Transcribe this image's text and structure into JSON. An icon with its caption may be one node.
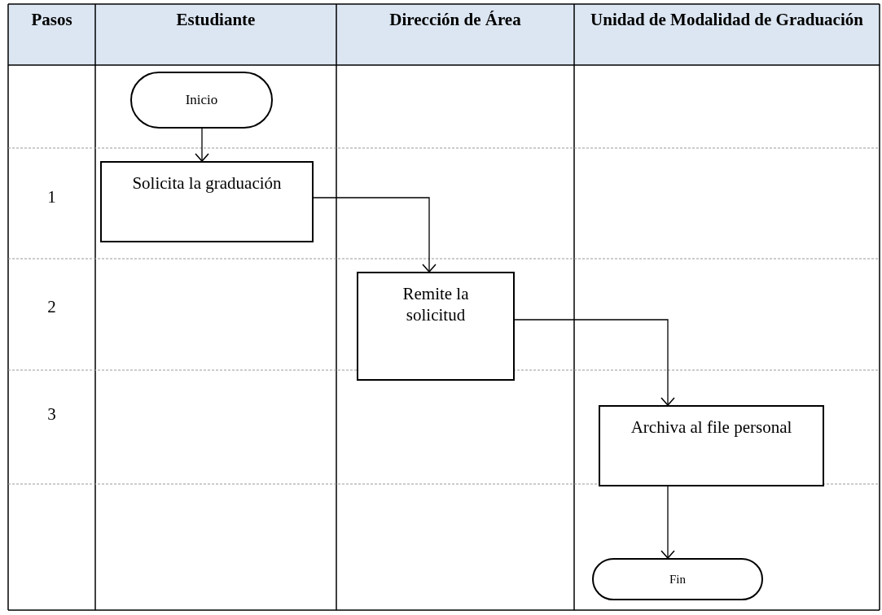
{
  "diagram": {
    "nodes": [
      {
        "text": [
          "Inicio"
        ]
      },
      {
        "text": [
          "Solicita la graduación"
        ]
      },
      {
        "text": [
          "Remite la solicitud"
        ]
      },
      {
        "text": [
          "Archiva al file personal"
        ]
      },
      {
        "text": [
          "Fin"
        ]
      }
    ],
    "edges": [
      {
        "from": 0,
        "to": 1,
        "arrow": "to"
      },
      {
        "from": 1,
        "to": 2,
        "arrow": "to"
      },
      {
        "from": 2,
        "to": 3,
        "arrow": "to"
      },
      {
        "from": 3,
        "to": 4,
        "arrow": "to"
      }
    ],
    "labels": [
      "Pasos",
      "Estudiante",
      "Dirección de Área",
      "Unidad de Modalidad de Graduación",
      "1",
      "2",
      "3"
    ]
  }
}
